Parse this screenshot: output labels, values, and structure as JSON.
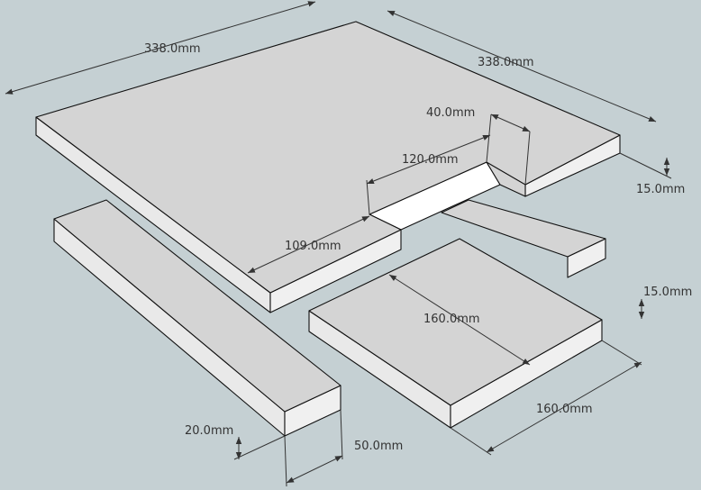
{
  "colors": {
    "background": "#c5d0d3",
    "top_face": "#d4d4d4",
    "side_face": "#e9e9e9",
    "cut_face": "#ffffff"
  },
  "dimensions": {
    "board_width": "338.0mm",
    "board_depth": "338.0mm",
    "notch_depth": "40.0mm",
    "notch_length": "120.0mm",
    "board_thickness": "15.0mm",
    "board_offset": "109.0mm",
    "plate_depth": "160.0mm",
    "plate_thickness": "15.0mm",
    "plate_width": "160.0mm",
    "bar_height": "20.0mm",
    "bar_width": "50.0mm"
  }
}
